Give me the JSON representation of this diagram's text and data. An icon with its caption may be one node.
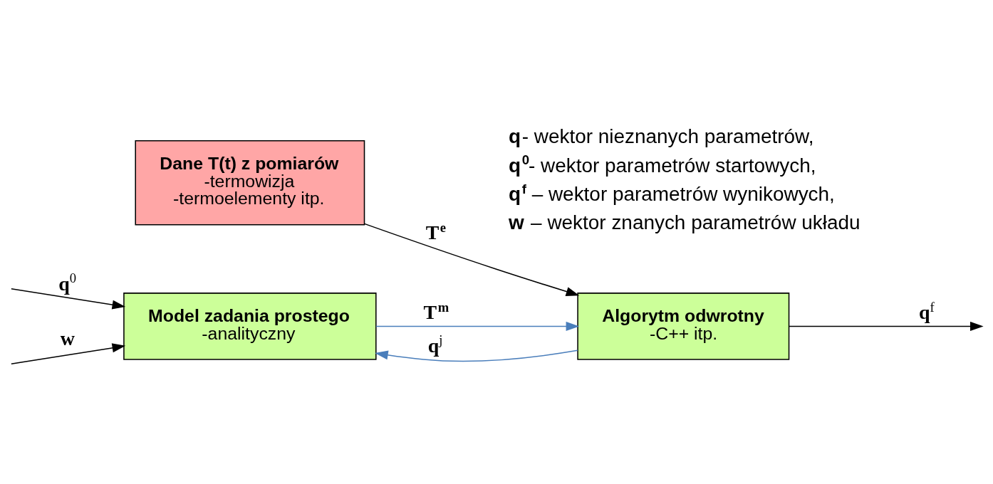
{
  "diagram": {
    "nodes": [
      {
        "text": [
          "Model zadania prostego",
          "-analityczny"
        ]
      },
      {
        "text": [
          "Algorytm odwrotny",
          "-C++ itp."
        ]
      },
      {
        "text": [
          "Dane T(t) z pomiarów",
          "-termowizja",
          "-termoelementy itp."
        ]
      }
    ],
    "edges": [
      {
        "from": null,
        "to": 0,
        "arrow": "to",
        "label": "**q**$^{0}$"
      },
      {
        "from": null,
        "to": 0,
        "arrow": "to",
        "label": "**w**"
      },
      {
        "from": 0,
        "to": 1,
        "arrow": "to",
        "label": "**T$^{m}$**",
        "color": "#4a7ebb"
      },
      {
        "from": 2,
        "to": 1,
        "arrow": "to",
        "label": "**T$^{e}$**"
      },
      {
        "from": 1,
        "to": null,
        "arrow": "to",
        "label": "**q**$^{f}$"
      },
      {
        "from": 1,
        "to": 0,
        "arrow": "to",
        "label": "**q**$^{j}$",
        "color": "#4a7ebb"
      }
    ],
    "labels": [
      "**q**- wektor nieznanych parametrów,",
      "**q$^{0}$**- wektor parametrów startowych,",
      "**q$^{f}$** – wektor parametrów wynikowych,",
      "**w** – wektor znanych parametrów układu"
    ]
  }
}
